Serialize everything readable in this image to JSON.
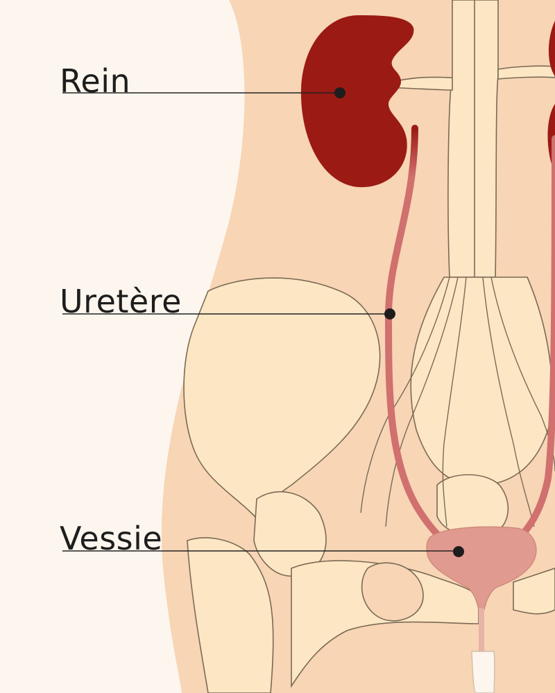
{
  "labels": {
    "kidney": "Rein",
    "ureter": "Uretère",
    "bladder": "Vessie"
  },
  "colors": {
    "background": "#fdf6ee",
    "skin": "#f7d5b5",
    "bone": "#fde6c3",
    "outline": "#7a6a55",
    "kidney": "#9b1a14",
    "ureter": "#d0706f",
    "bladder": "#e19a8f",
    "leader": "#222222"
  }
}
